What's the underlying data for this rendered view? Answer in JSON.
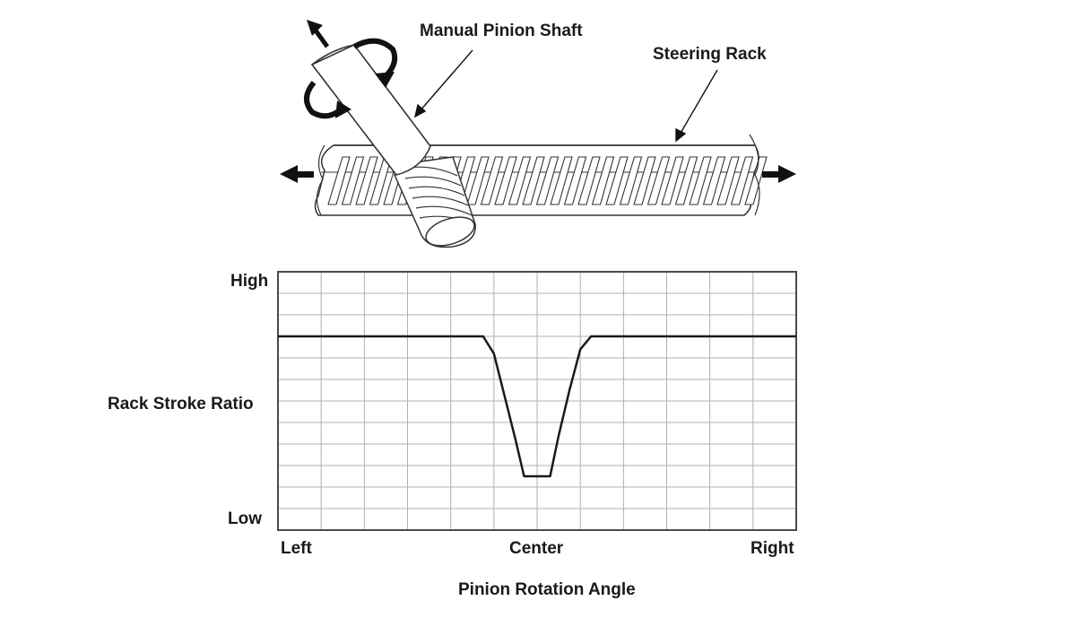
{
  "diagram": {
    "labels": {
      "manual_pinion_shaft": "Manual Pinion Shaft",
      "steering_rack": "Steering Rack"
    }
  },
  "chart_data": {
    "type": "line",
    "title": "",
    "xlabel": "Pinion Rotation Angle",
    "ylabel": "Rack Stroke Ratio",
    "x_tick_labels": [
      "Left",
      "Center",
      "Right"
    ],
    "y_tick_labels": [
      "Low",
      "High"
    ],
    "xlim": [
      0,
      12
    ],
    "ylim": [
      0,
      12
    ],
    "grid": true,
    "colors": {
      "line": "#1a1a1a",
      "grid": "#b0b0b0",
      "frame": "#4a4a4a"
    },
    "series": [
      {
        "x": [
          0,
          4.75,
          5.0,
          5.25,
          5.5,
          5.7,
          6.0,
          6.3,
          6.5,
          6.75,
          7.0,
          7.25,
          12
        ],
        "y": [
          9.0,
          9.0,
          8.2,
          6.2,
          4.2,
          2.5,
          2.5,
          2.5,
          4.4,
          6.5,
          8.4,
          9.0,
          9.0
        ]
      }
    ]
  }
}
